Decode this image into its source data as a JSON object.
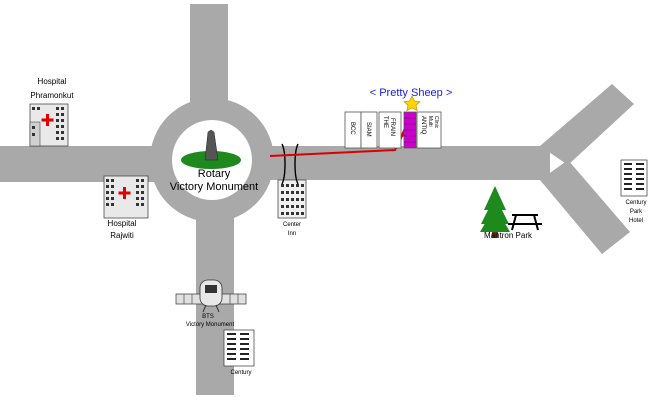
{
  "landmarks": {
    "rotary_title": "Rotary",
    "rotary_subtitle": "Victory Monument",
    "pretty_sheep": "< Pretty Sheep >",
    "hospital_top_l1": "Hospital",
    "hospital_top_l2": "Phramonkut",
    "hospital_left_l1": "Hospital",
    "hospital_left_l2": "Rajwiti",
    "center_inn_l1": "Center",
    "center_inn_l2": "Inn",
    "mantron_park": "Mantron Park",
    "century_hotel_l1": "Century",
    "century_hotel_l2": "Park",
    "century_hotel_l3": "Hotel",
    "bts_l1": "BTS",
    "bts_l2": "Victory Monument",
    "century_bottom": "Century"
  },
  "shops": {
    "bcc": "BCC",
    "siam": "SIAM",
    "the_frain_l1": "THE",
    "the_frain_l2": "FRAIN",
    "right_shop_l1": "ANTIQ",
    "right_shop_l2": "Multi",
    "right_shop_l3": "Clinic"
  },
  "colors": {
    "road": "#a9a9a9",
    "route": "#d90000",
    "destination": "#cc00cc",
    "title_blue": "#1a1ae6",
    "park_green": "#1e8a1e",
    "hospital_cross": "#e00000"
  }
}
